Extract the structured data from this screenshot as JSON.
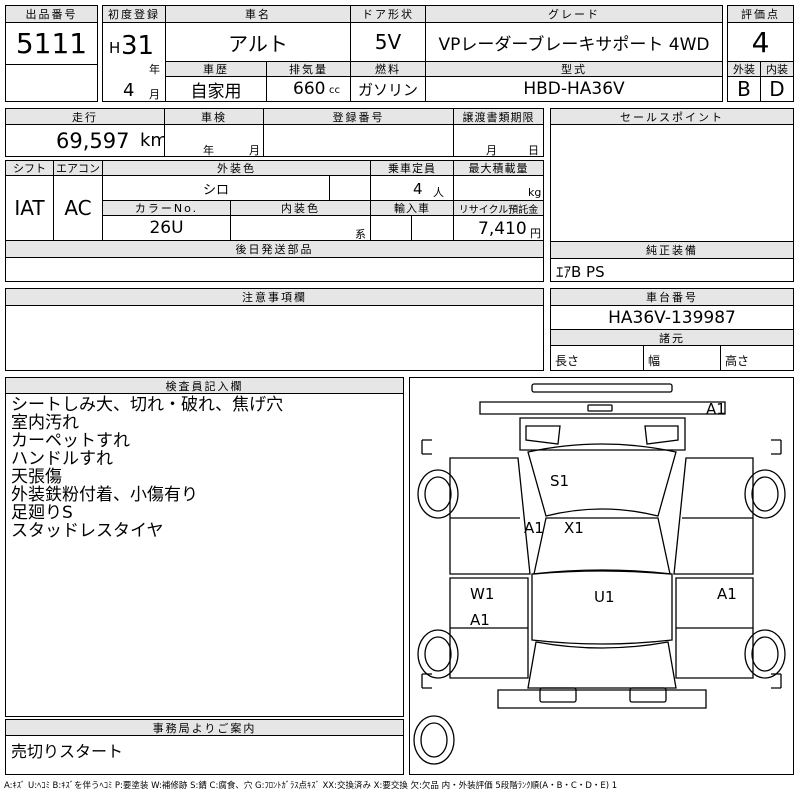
{
  "header": {
    "lot_no_label": "出品番号",
    "lot_no": "5111",
    "first_reg_label": "初度登録",
    "era": "H",
    "year": "31",
    "year_unit": "年",
    "month": "4",
    "month_unit": "月",
    "car_name_label": "車名",
    "car_name": "アルト",
    "door_label": "ドア形状",
    "door": "5V",
    "grade_label": "グレード",
    "grade": "VPレーダーブレーキサポート 4WD",
    "score_label": "評価点",
    "score": "4",
    "history_label": "車歴",
    "history": "自家用",
    "displacement_label": "排気量",
    "displacement": "660",
    "displacement_unit": "cc",
    "fuel_label": "燃料",
    "fuel": "ガソリン",
    "model_label": "型式",
    "model": "HBD-HA36V",
    "exterior_label": "外装",
    "exterior": "B",
    "interior_label": "内装",
    "interior": "D"
  },
  "specs": {
    "mileage_label": "走行",
    "mileage": "69,597",
    "mileage_unit": "km",
    "inspection_label": "車検",
    "insp_year_unit": "年",
    "insp_month_unit": "月",
    "reg_no_label": "登録番号",
    "transfer_label": "譲渡書類期限",
    "transfer_month_unit": "月",
    "transfer_day_unit": "日",
    "shift_label": "シフト",
    "shift": "IAT",
    "ac_label": "エアコン",
    "ac": "AC",
    "color_label": "外装色",
    "color": "シロ",
    "capacity_label": "乗車定員",
    "capacity": "4",
    "capacity_unit": "人",
    "maxload_label": "最大積載量",
    "maxload_unit": "kg",
    "color_no_label": "カラーNo.",
    "color_no": "26U",
    "interior_color_label": "内装色",
    "interior_color_unit": "系",
    "import_label": "輸入車",
    "recycle_label": "リサイクル預託金",
    "recycle": "7,410",
    "recycle_unit": "円",
    "sales_point_label": "セールスポイント",
    "later_parts_label": "後日発送部品",
    "genuine_label": "純正装備",
    "genuine": "ｴｱB PS"
  },
  "notes": {
    "caution_label": "注意事項欄",
    "chassis_label": "車台番号",
    "chassis": "HA36V-139987",
    "dims_label": "諸元",
    "length_label": "長さ",
    "width_label": "幅",
    "height_label": "高さ",
    "inspector_label": "検査員記入欄",
    "inspector_lines": [
      "シートしみ大、切れ・破れ、焦げ穴",
      "室内汚れ",
      "カーペットすれ",
      "ハンドルすれ",
      "天張傷",
      "外装鉄粉付着、小傷有り",
      "足廻りS",
      "スタッドレスタイヤ"
    ],
    "office_label": "事務局よりご案内",
    "office_text": "売切りスタート"
  },
  "diagram": {
    "marks": [
      {
        "name": "mark-a1-front",
        "text": "A1"
      },
      {
        "name": "mark-s1",
        "text": "S1"
      },
      {
        "name": "mark-a1-left-door",
        "text": "A1"
      },
      {
        "name": "mark-x1",
        "text": "X1"
      },
      {
        "name": "mark-w1",
        "text": "W1"
      },
      {
        "name": "mark-u1",
        "text": "U1"
      },
      {
        "name": "mark-a1-right",
        "text": "A1"
      },
      {
        "name": "mark-a1-left-rear",
        "text": "A1"
      }
    ]
  },
  "legend": "A:ｷｽﾞ U:ﾍｺﾐ B:ｷｽﾞを伴うﾍｺﾐ P:要塗装 W:補修跡 S:錆 C:腐食、穴 G:ﾌﾛﾝﾄｶﾞﾗｽ点ｷｽﾞ XX:交換済み X:要交換 欠:欠品 内・外装評価 5段階ﾗﾝｸ順(A・B・C・D・E) 1"
}
